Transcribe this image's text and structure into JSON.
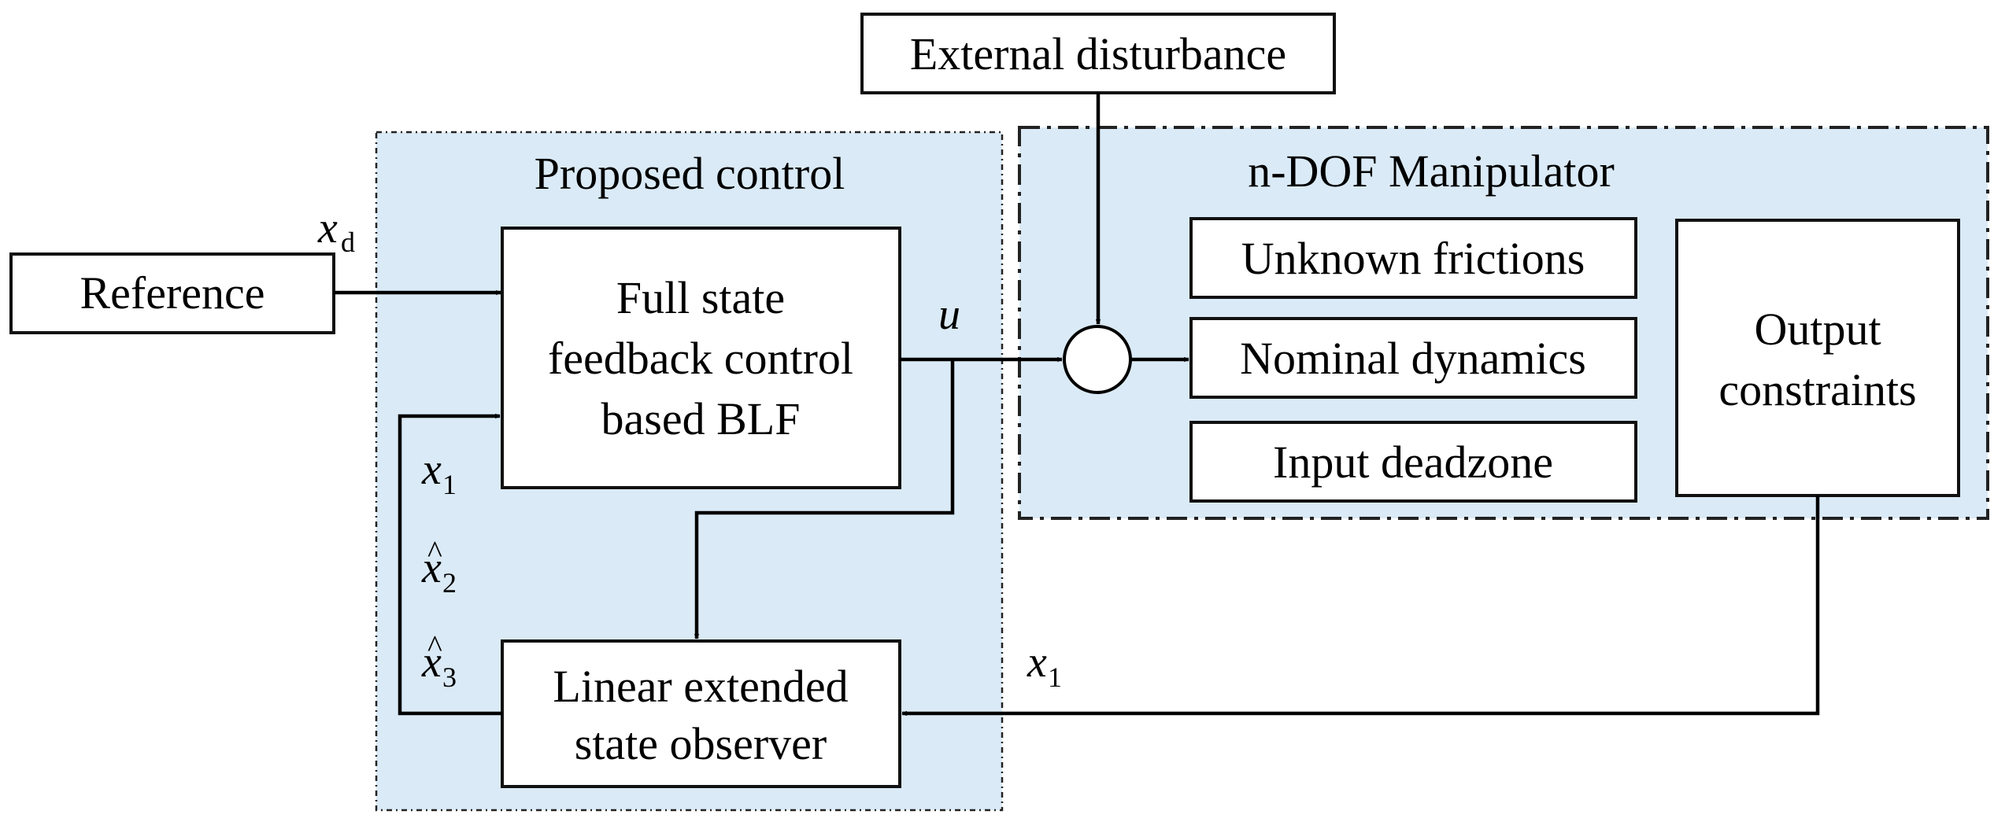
{
  "blocks": {
    "external_disturbance": "External disturbance",
    "reference": "Reference",
    "controller": [
      "Full state",
      "feedback control",
      "based BLF"
    ],
    "observer": [
      "Linear extended",
      "state observer"
    ],
    "unknown_frictions": "Unknown frictions",
    "nominal_dynamics": "Nominal dynamics",
    "input_deadzone": "Input deadzone",
    "output_constraints": [
      "Output",
      "constraints"
    ]
  },
  "regions": {
    "proposed_control": "Proposed control",
    "manipulator": "n-DOF Manipulator"
  },
  "signals": {
    "xd": {
      "base": "x",
      "sub": "d"
    },
    "u": {
      "base": "u"
    },
    "x1_feedback": {
      "base": "x",
      "sub": "1"
    },
    "x1_loop": {
      "base": "x",
      "sub": "1"
    },
    "x2_hat": {
      "base": "x",
      "sub": "2",
      "hat": "^"
    },
    "x3_hat": {
      "base": "x",
      "sub": "3",
      "hat": "^"
    }
  },
  "colors": {
    "region_fill": "#daeaf6",
    "box_fill": "#ffffff",
    "line": "#000000"
  }
}
